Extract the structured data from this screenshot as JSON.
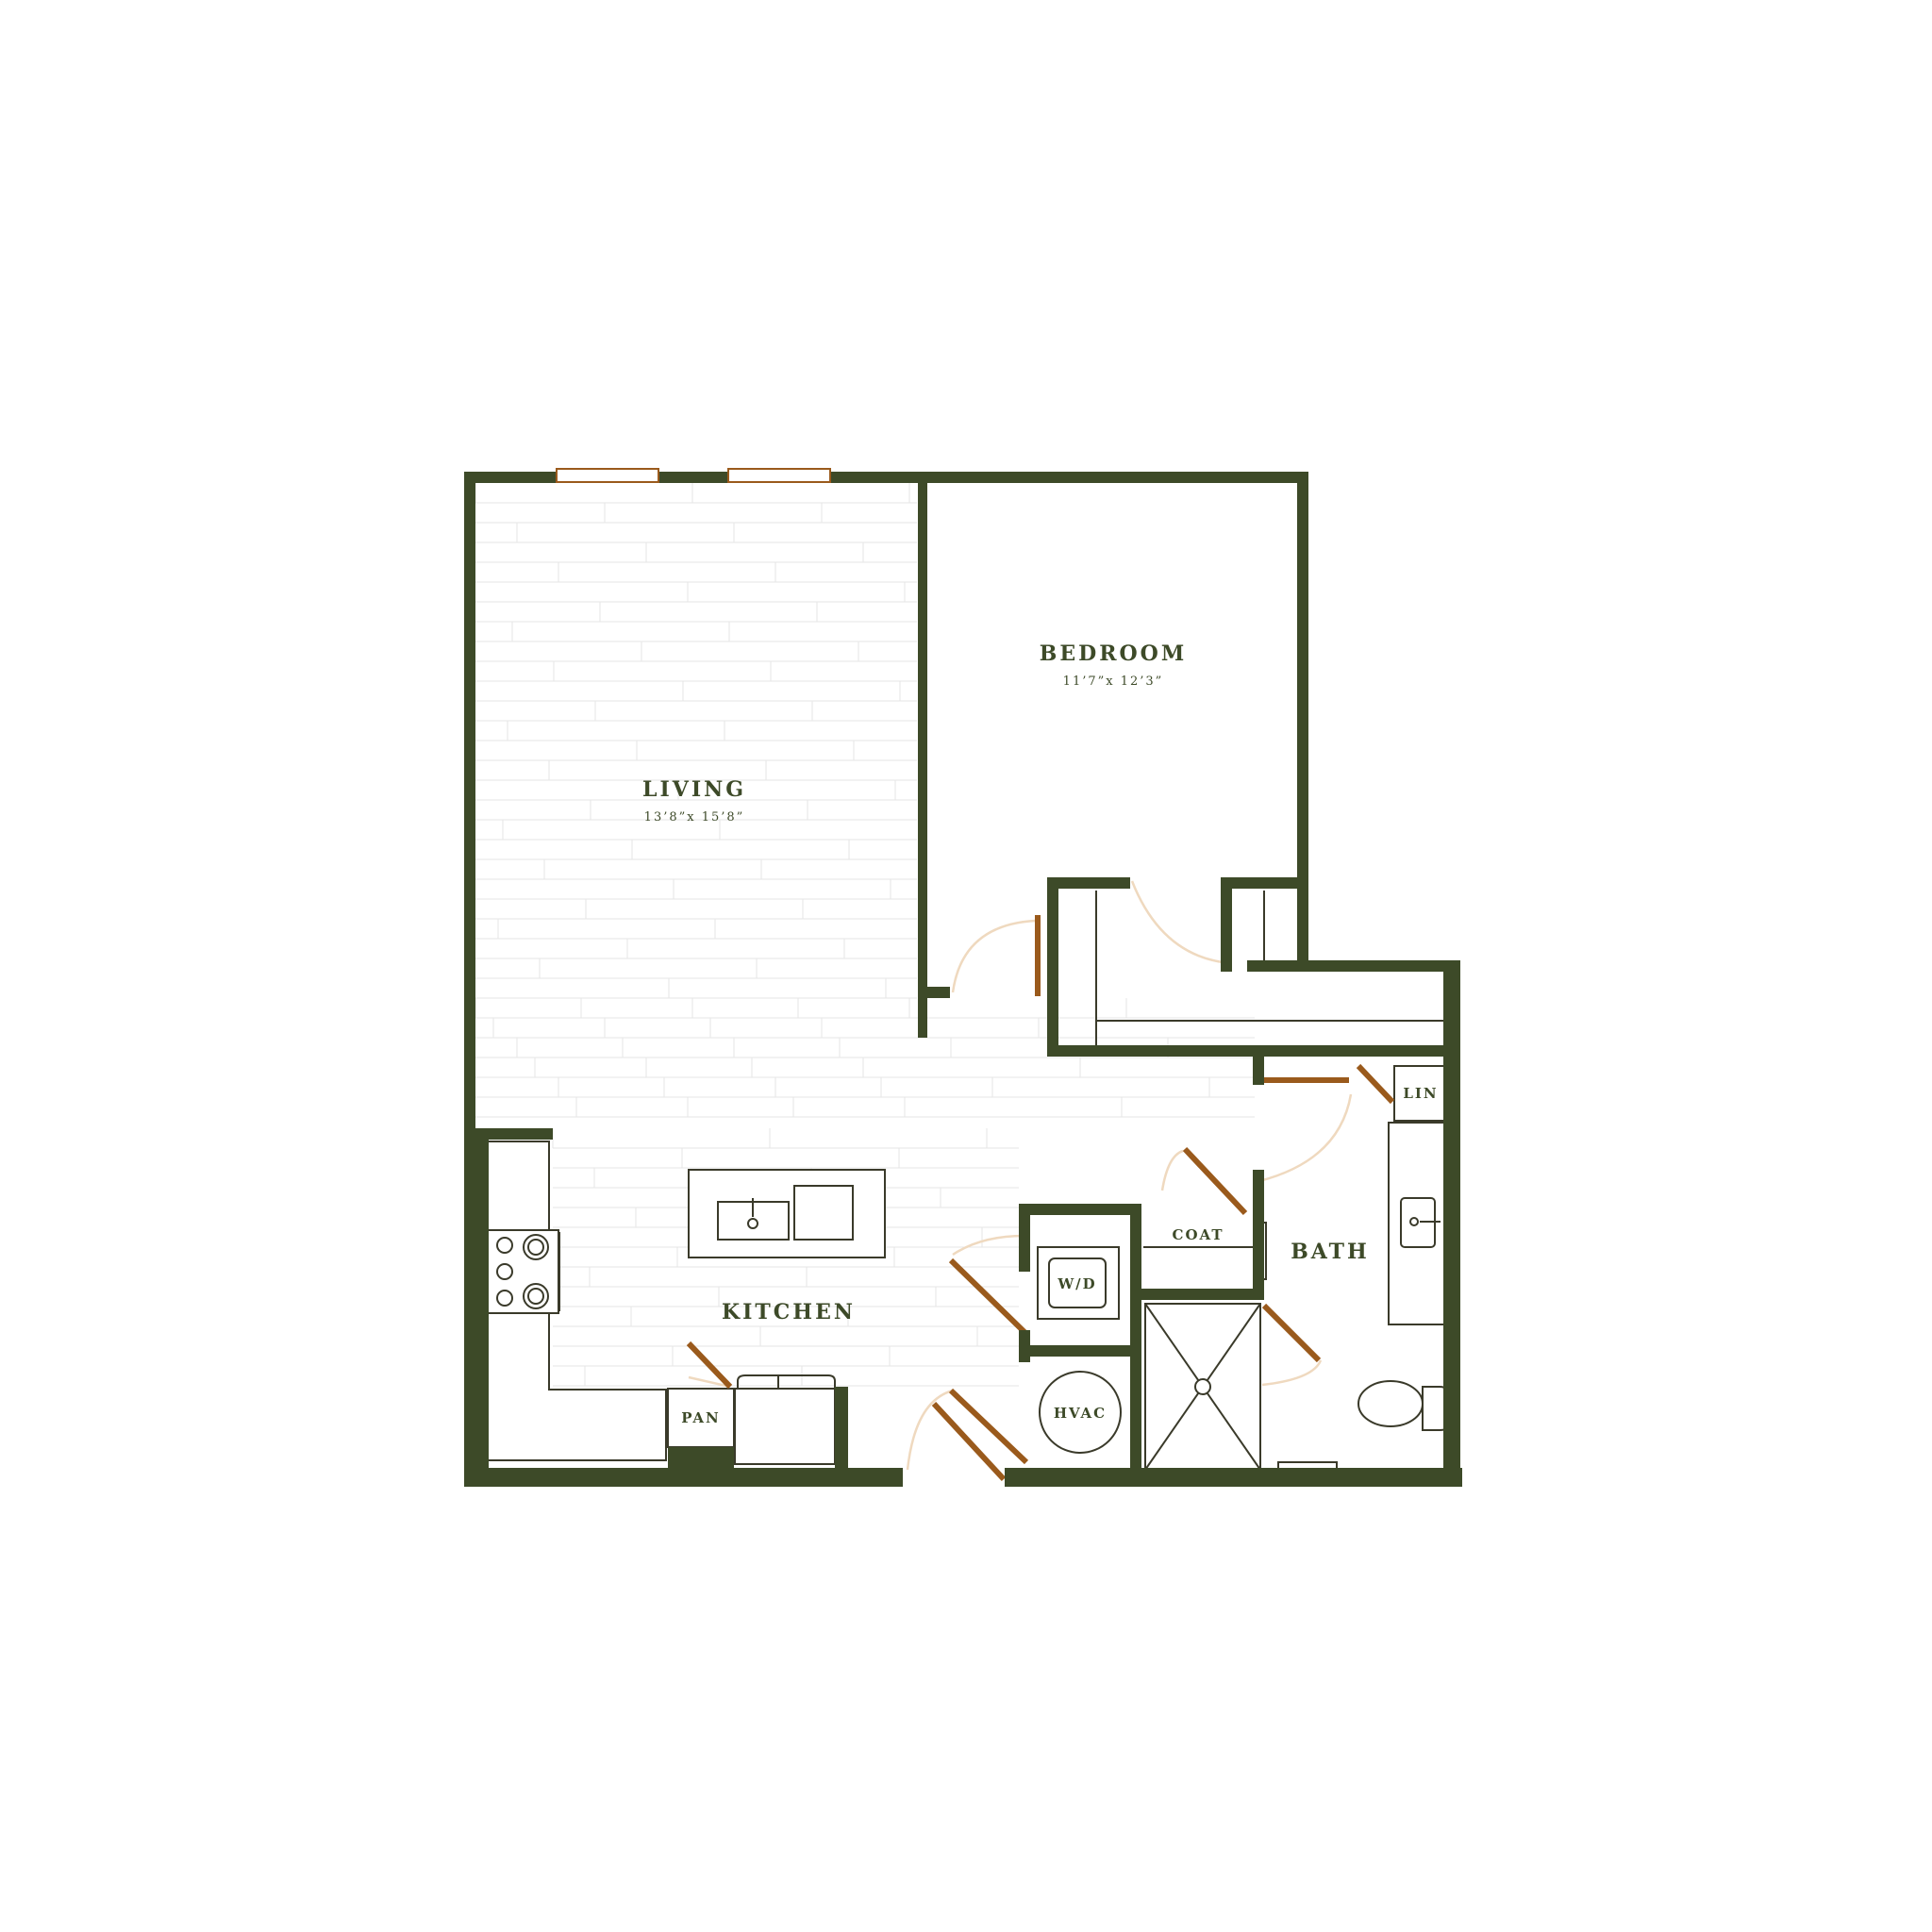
{
  "colors": {
    "wall": "#3d4a28",
    "door": "#9a5a1c",
    "swing": "#efd9bf",
    "floor_line": "#e6e6e6",
    "fixture": "#3a3a2a",
    "text": "#3d4a28"
  },
  "rooms": {
    "living": {
      "name": "LIVING",
      "dims": "13’8”x 15’8”"
    },
    "bedroom": {
      "name": "BEDROOM",
      "dims": "11’7”x 12’3”"
    },
    "kitchen": {
      "name": "KITCHEN"
    },
    "bath": {
      "name": "BATH"
    }
  },
  "labels": {
    "pantry": "PAN",
    "coat": "COAT",
    "linen": "LIN",
    "washer_dryer": "W/D",
    "hvac": "HVAC"
  },
  "icons": {
    "range": "stovetop-icon",
    "sink": "sink-icon",
    "toilet": "toilet-icon",
    "shower": "shower-icon"
  }
}
